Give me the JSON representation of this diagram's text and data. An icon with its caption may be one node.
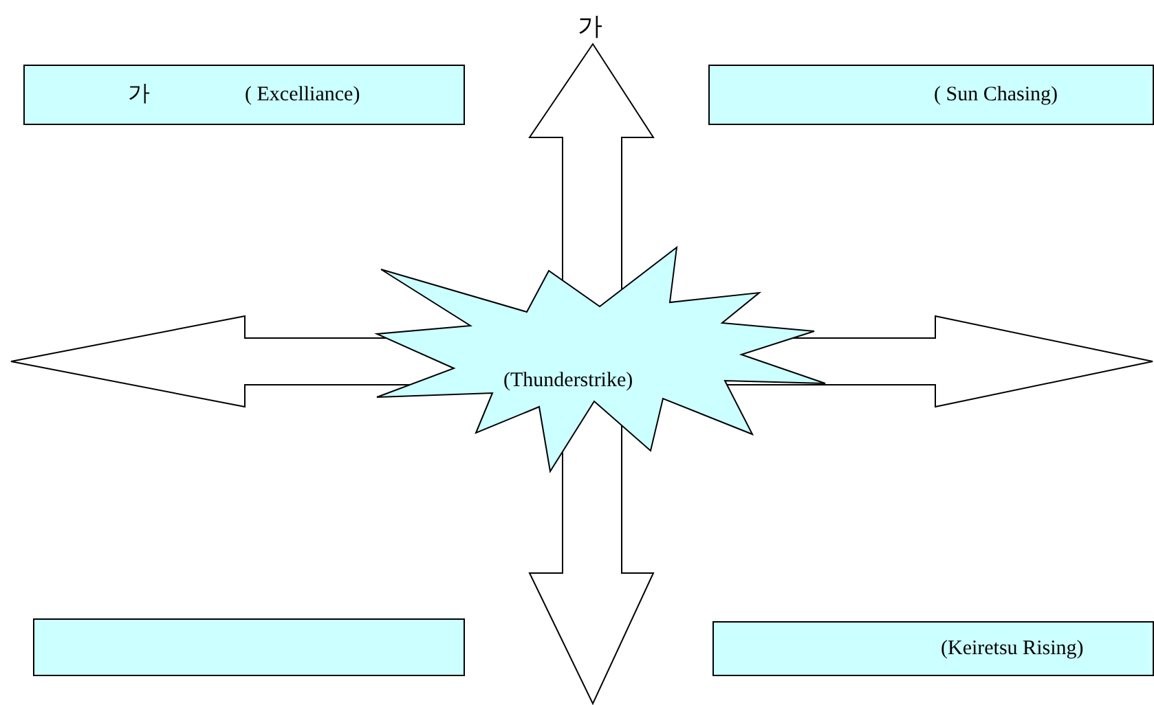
{
  "diagram": {
    "nodes": [
      {
        "text": [
          "가",
          "( Excelliance)"
        ]
      },
      {
        "text": [
          "( Sun Chasing)"
        ]
      },
      {
        "text": [
          "(Thunderstrike)"
        ]
      },
      {
        "text": [],
        "shape": "box"
      },
      {
        "text": [
          "(Keiretsu Rising)"
        ]
      }
    ],
    "labels": [
      "가"
    ]
  }
}
